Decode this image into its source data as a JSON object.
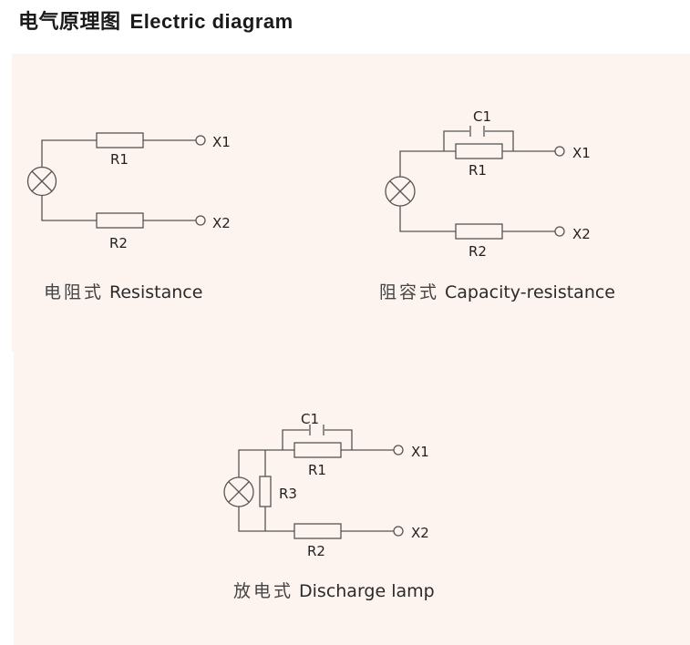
{
  "header": {
    "title_cn": "电气原理图",
    "title_en": "Electric diagram"
  },
  "diagrams": [
    {
      "id": "resistance",
      "caption_cn": "电阻式",
      "caption_en": "Resistance",
      "labels": {
        "r1": "R1",
        "r2": "R2",
        "x1": "X1",
        "x2": "X2"
      }
    },
    {
      "id": "capacity-resistance",
      "caption_cn": "阻容式",
      "caption_en": "Capacity-resistance",
      "labels": {
        "c1": "C1",
        "r1": "R1",
        "r2": "R2",
        "x1": "X1",
        "x2": "X2"
      }
    },
    {
      "id": "discharge-lamp",
      "caption_cn": "放电式",
      "caption_en": "Discharge lamp",
      "labels": {
        "c1": "C1",
        "r1": "R1",
        "r2": "R2",
        "r3": "R3",
        "x1": "X1",
        "x2": "X2"
      }
    }
  ],
  "colors": {
    "panel_background": "#fdf3ef",
    "line": "#555555",
    "text": "#222222"
  }
}
